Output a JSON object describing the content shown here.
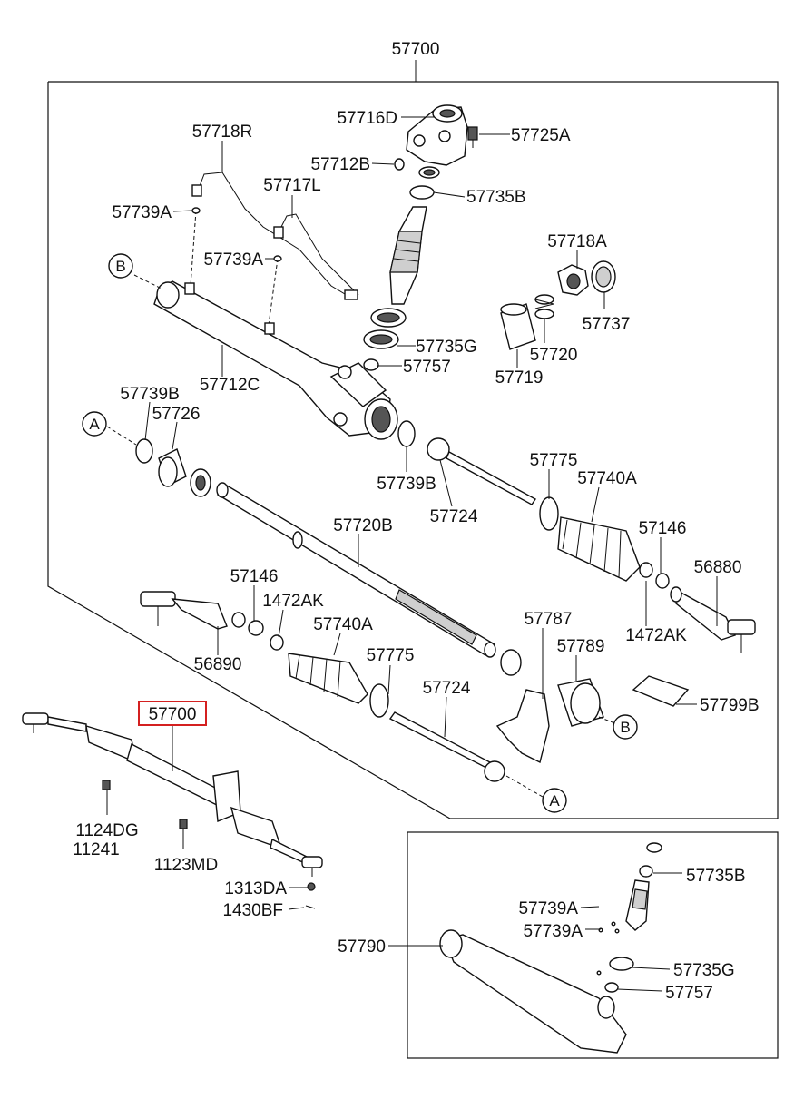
{
  "labels": {
    "top_assembly": "57700",
    "p57716D": "57716D",
    "p57725A": "57725A",
    "p57718R": "57718R",
    "p57712B": "57712B",
    "p57717L": "57717L",
    "p57735B_top": "57735B",
    "p57739A_1": "57739A",
    "p57739A_2": "57739A",
    "p57718A": "57718A",
    "p57737": "57737",
    "p57735G_top": "57735G",
    "p57720": "57720",
    "p57719": "57719",
    "p57757_top": "57757",
    "p57712C": "57712C",
    "p57739B_1": "57739B",
    "p57726": "57726",
    "p57739B_2": "57739B",
    "p57724_r": "57724",
    "p57775_r": "57775",
    "p57740A_r": "57740A",
    "p57720B": "57720B",
    "p57146_r": "57146",
    "p56880": "56880",
    "p1472AK_r": "1472AK",
    "p57146_l": "57146",
    "p1472AK_l": "1472AK",
    "p57740A_l": "57740A",
    "p56890": "56890",
    "p57787": "57787",
    "p57789": "57789",
    "p57775_l": "57775",
    "p57724_l": "57724",
    "p57799B": "57799B",
    "highlight": "57700",
    "p1124DG": "1124DG",
    "p11241": "11241",
    "p1123MD": "1123MD",
    "p1313DA": "1313DA",
    "p1430BF": "1430BF",
    "p57790": "57790",
    "p57735B_sub": "57735B",
    "p57739A_sub1": "57739A",
    "p57739A_sub2": "57739A",
    "p57735G_sub": "57735G",
    "p57757_sub": "57757"
  },
  "callouts": {
    "A_left": "A",
    "A_bottom": "A",
    "B_left": "B",
    "B_right": "B"
  },
  "colors": {
    "highlight_box": "#d42020",
    "line": "#111111"
  }
}
